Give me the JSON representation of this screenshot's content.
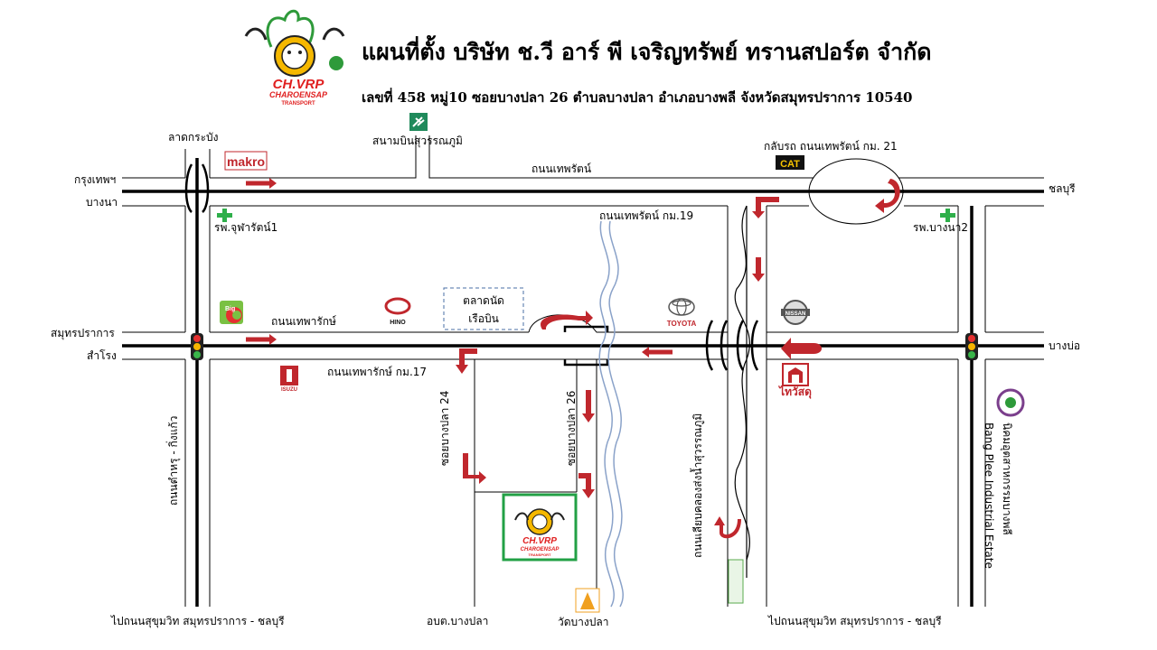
{
  "header": {
    "title": "แผนที่ตั้ง บริษัท ช.วี อาร์ พี เจริญทรัพย์ ทรานสปอร์ต จำกัด",
    "address": "เลขที่ 458 หมู่10 ซอยบางปลา 26 ตำบลบางปลา อำเภอบางพลี จังหวัดสมุทรปราการ 10540"
  },
  "logo": {
    "line1": "CH.VRP",
    "line2": "CHAROENSAP",
    "line3": "TRANSPORT"
  },
  "roads": {
    "thepharat": "ถนนเทพรัตน์",
    "thepharat_km19": "ถนนเทพรัตน์ กม.19",
    "uturn_km21": "กลับรถ ถนนเทพรัตน์ กม. 21",
    "theparak": "ถนนเทพารักษ์",
    "theparak_km17": "ถนนเทพารักษ์ กม.17",
    "soi_bangpla24": "ซอยบางปลา 24",
    "soi_bangpla26": "ซอยบางปลา 26",
    "tamru_kingkaew": "ถนนตำหรุ - กิ่งแก้ว",
    "canal_road": "ถนนเลียบคลองส่งน้ำสุวรรณภูมิ"
  },
  "places": {
    "lat_krabang": "ลาดกระบัง",
    "krungthep": "กรุงเทพฯ",
    "bangna": "บางนา",
    "samutprakan": "สมุทรปราการ",
    "samrong": "สำโรง",
    "chonburi": "ชลบุรี",
    "bangbo": "บางบ่อ",
    "airport": "สนามบินสุวรรณภูมิ",
    "hospital1": "รพ.จุฬารัตน์1",
    "hospital2": "รพ.บางนา2",
    "market_line1": "ตลาดนัด",
    "market_line2": "เรือบิน",
    "obt_bangpla": "อบต.บางปลา",
    "wat_bangpla": "วัดบางปลา",
    "to_sukhumvit_left": "ไปถนนสุขุมวิท สมุทรปราการ - ชลบุรี",
    "to_sukhumvit_right": "ไปถนนสุขุมวิท สมุทรปราการ - ชลบุรี",
    "estate_th": "นิคมอุตสาหกรรมบางพลี",
    "estate_en": "Bang Plee Industrial Estate"
  },
  "brands": {
    "makro": "makro",
    "cat": "CAT",
    "bigc_big": "Big",
    "bigc_c": "C",
    "hino": "HINO",
    "toyota": "TOYOTA",
    "nissan": "NISSAN",
    "isuzu": "ISUZU",
    "homepro": "ไทวัสดุ"
  },
  "colors": {
    "arrow_red": "#c0272d",
    "road": "#000000",
    "hospital_green": "#2eaf4a",
    "airport_green": "#1f8a5b",
    "logo_red": "#e02020",
    "logo_yellow": "#f5b800",
    "logo_green": "#2e9a3a",
    "canal_blue": "#8aa2c9",
    "market_border": "#4a6fa5",
    "temple_orange": "#f0a020",
    "traffic_red": "#e53030",
    "traffic_amber": "#f7b500",
    "traffic_green": "#3ab54a",
    "location_box": "#22a045"
  }
}
